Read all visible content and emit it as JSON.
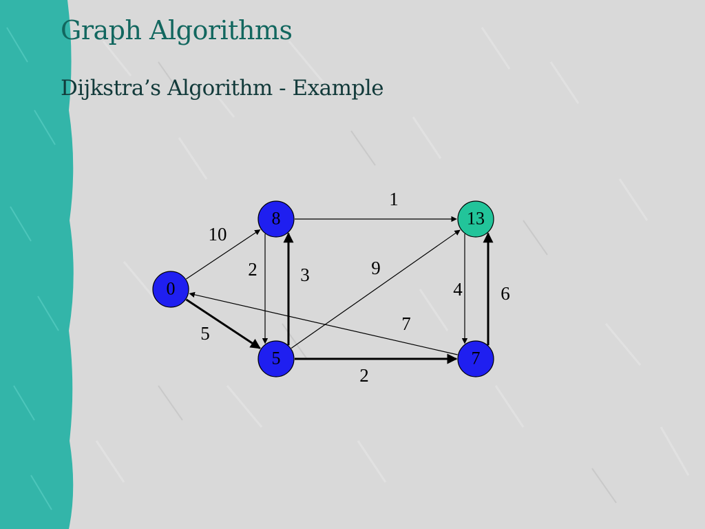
{
  "slide": {
    "title": "Graph Algorithms",
    "subtitle": "Dijkstra’s Algorithm - Example"
  },
  "colors": {
    "teal_band": "#33b5a9",
    "slide_bg": "#d9d9d9",
    "title_text": "#12675f",
    "subtitle_text": "#123a3a",
    "node_blue": "#1f1ff0",
    "node_teal": "#22c49a"
  },
  "graph": {
    "nodes": [
      {
        "id": "s",
        "label": "0",
        "fill": "#1f1ff0"
      },
      {
        "id": "u",
        "label": "8",
        "fill": "#1f1ff0"
      },
      {
        "id": "v",
        "label": "13",
        "fill": "#22c49a"
      },
      {
        "id": "x",
        "label": "5",
        "fill": "#1f1ff0"
      },
      {
        "id": "y",
        "label": "7",
        "fill": "#1f1ff0"
      }
    ],
    "edges": [
      {
        "id": "s-u",
        "from": "s",
        "to": "u",
        "weight": "10",
        "bold": false
      },
      {
        "id": "s-x",
        "from": "s",
        "to": "x",
        "weight": "5",
        "bold": true
      },
      {
        "id": "u-v",
        "from": "u",
        "to": "v",
        "weight": "1",
        "bold": false
      },
      {
        "id": "u-x",
        "from": "u",
        "to": "x",
        "weight": "2",
        "bold": false
      },
      {
        "id": "x-u",
        "from": "x",
        "to": "u",
        "weight": "3",
        "bold": true
      },
      {
        "id": "x-v",
        "from": "x",
        "to": "v",
        "weight": "9",
        "bold": false
      },
      {
        "id": "x-y",
        "from": "x",
        "to": "y",
        "weight": "2",
        "bold": true
      },
      {
        "id": "v-y",
        "from": "v",
        "to": "y",
        "weight": "4",
        "bold": false
      },
      {
        "id": "y-v",
        "from": "y",
        "to": "v",
        "weight": "6",
        "bold": true
      },
      {
        "id": "y-s",
        "from": "y",
        "to": "s",
        "weight": "7",
        "bold": false
      }
    ]
  }
}
